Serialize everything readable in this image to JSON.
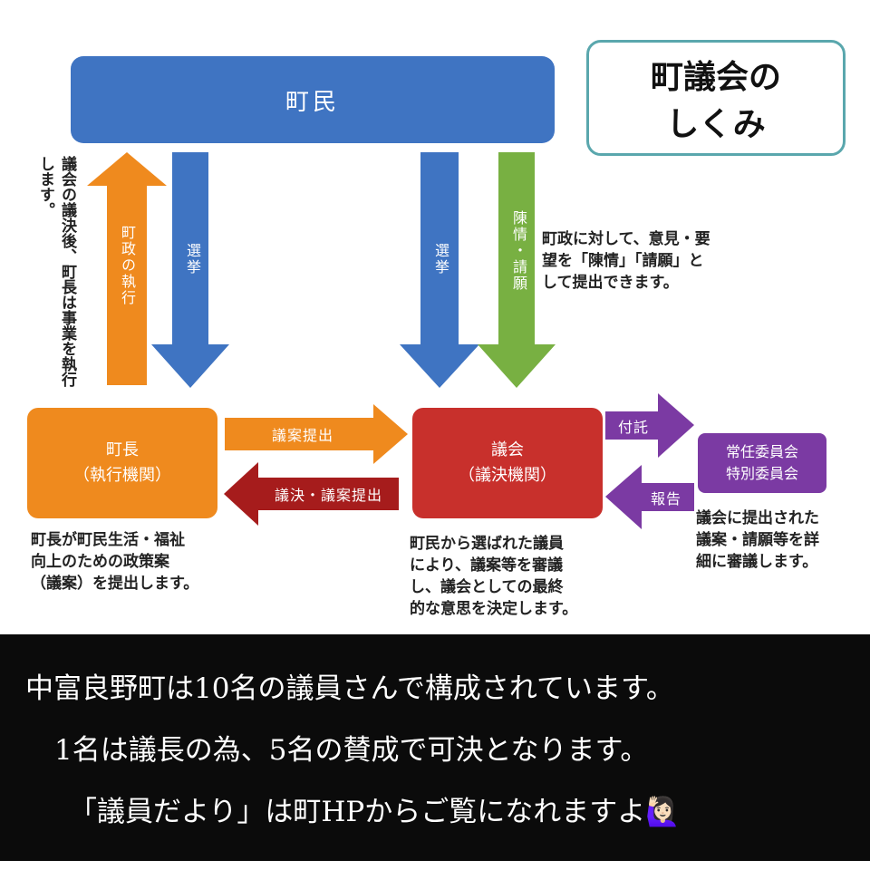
{
  "title": {
    "line1": "町議会の",
    "line2": "しくみ"
  },
  "boxes": {
    "residents": "町民",
    "mayor": {
      "line1": "町長",
      "line2": "（執行機関）"
    },
    "council": {
      "line1": "議会",
      "line2": "（議決機関）"
    },
    "committee": {
      "line1": "常任委員会",
      "line2": "特別委員会"
    }
  },
  "arrows": {
    "execution": "町政の執行",
    "election_left": "選挙",
    "election_right": "選挙",
    "petition": "陳情・請願",
    "bill_submit": "議案提出",
    "resolution": "議決・議案提出",
    "referral": "付託",
    "report": "報告"
  },
  "notes": {
    "execution": "議会の議決後、町長は事業を執行します。",
    "petition": "町政に対して、意見・要\n望を「陳情」「請願」と\nして提出できます。",
    "mayor": "町長が町民生活・福祉\n向上のための政策案\n（議案）を提出します。",
    "council": "町民から選ばれた議員\nにより、議案等を審議\nし、議会としての最終\n的な意思を決定します。",
    "committee": "議会に提出された\n議案・請願等を詳\n細に審議します。"
  },
  "caption": {
    "line1": "中富良野町は10名の議員さんで構成されています。",
    "line2": "1名は議長の為、5名の賛成で可決となります。",
    "line3": "「議員だより」は町HPからご覧になれますよ🙋🏻‍♀️"
  },
  "colors": {
    "blue": "#3f74c2",
    "orange": "#ef8a1e",
    "red": "#c8302c",
    "purple": "#7b3aa3",
    "green": "#78b042",
    "darkred": "#a61c1c"
  }
}
